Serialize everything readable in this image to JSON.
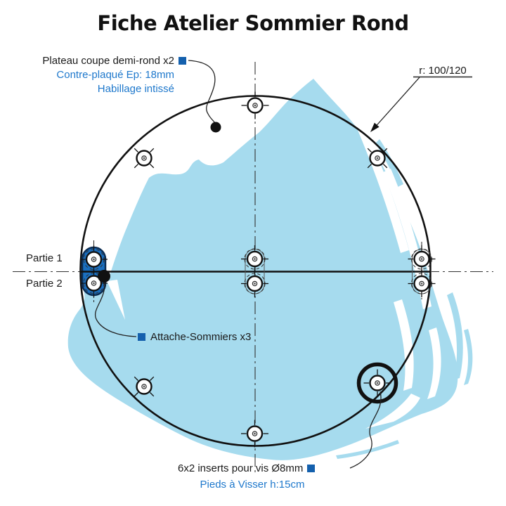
{
  "title": "Fiche Atelier Sommier Rond",
  "annotations": {
    "plateau": {
      "line1": "Plateau coupe demi-rond x2",
      "line2": "Contre-plaqué Ep: 18mm",
      "line3": "Habillage intissé"
    },
    "radius": {
      "label": "r: 100/120"
    },
    "partie1": "Partie 1",
    "partie2": "Partie 2",
    "attache": {
      "label": "Attache-Sommiers x3"
    },
    "inserts": {
      "line1": "6x2 inserts pour vis Ø8mm",
      "line2": "Pieds à Visser h:15cm"
    }
  },
  "colors": {
    "splash": "#a6dbee",
    "accent_blue": "#1e78cc",
    "marker_blue": "#1460ad",
    "fitting_blue": "#1a6fc0",
    "fitting_outline": "#0c2c52",
    "line_black": "#1a1a1a"
  }
}
